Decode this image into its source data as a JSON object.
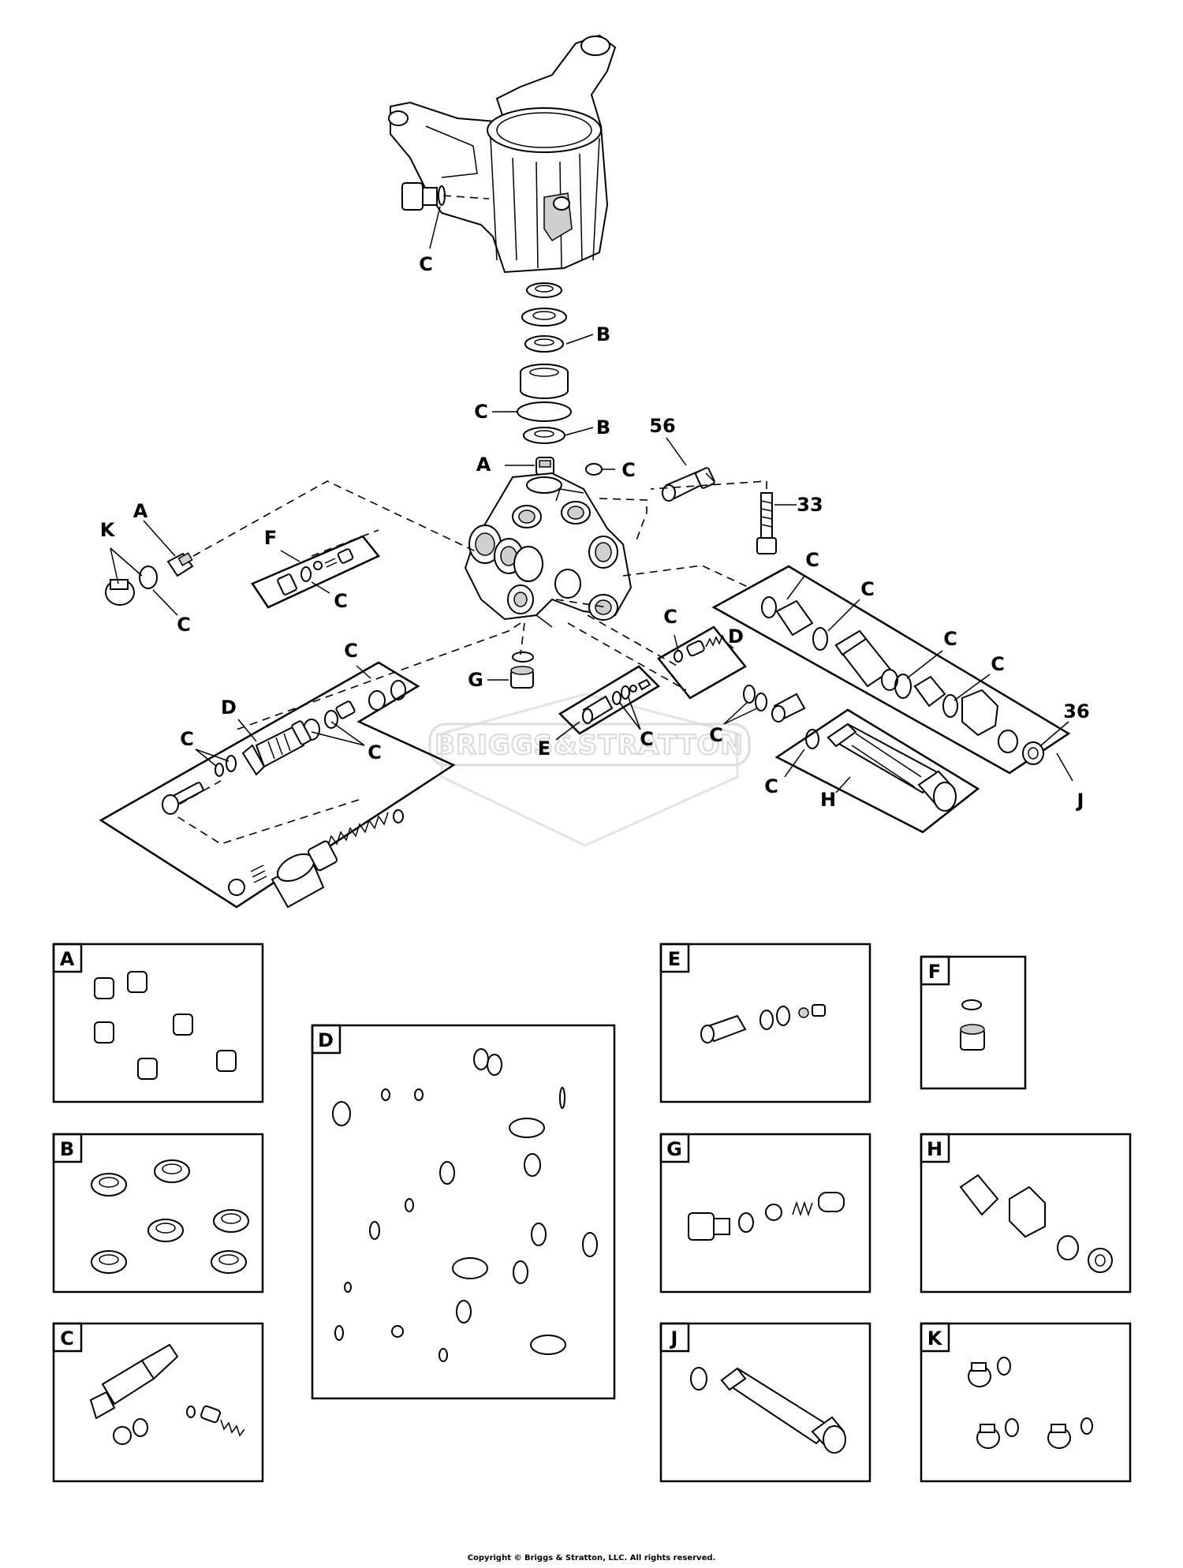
{
  "callouts": {
    "c_top": "C",
    "b1": "B",
    "c_mid": "C",
    "b2": "B",
    "a_top": "A",
    "c_cap": "C",
    "n56": "56",
    "n33": "33",
    "a_left": "A",
    "k": "K",
    "c_left": "C",
    "f": "F",
    "c_f": "C",
    "c_d1": "C",
    "d1": "D",
    "c_d2": "C",
    "c_d3": "C",
    "g": "G",
    "e": "E",
    "c_e": "C",
    "c_dr": "C",
    "dr": "D",
    "c_j1": "C",
    "c_j2": "C",
    "c_j3": "C",
    "c_j4": "C",
    "n36": "36",
    "c_h1": "C",
    "c_h2": "C",
    "h": "H",
    "j": "J"
  },
  "kits": [
    "A",
    "B",
    "C",
    "D",
    "E",
    "F",
    "G",
    "H",
    "J",
    "K"
  ],
  "watermark": "BRIGGS&STRATTON",
  "copyright": "Copyright © Briggs & Stratton, LLC. All rights reserved."
}
